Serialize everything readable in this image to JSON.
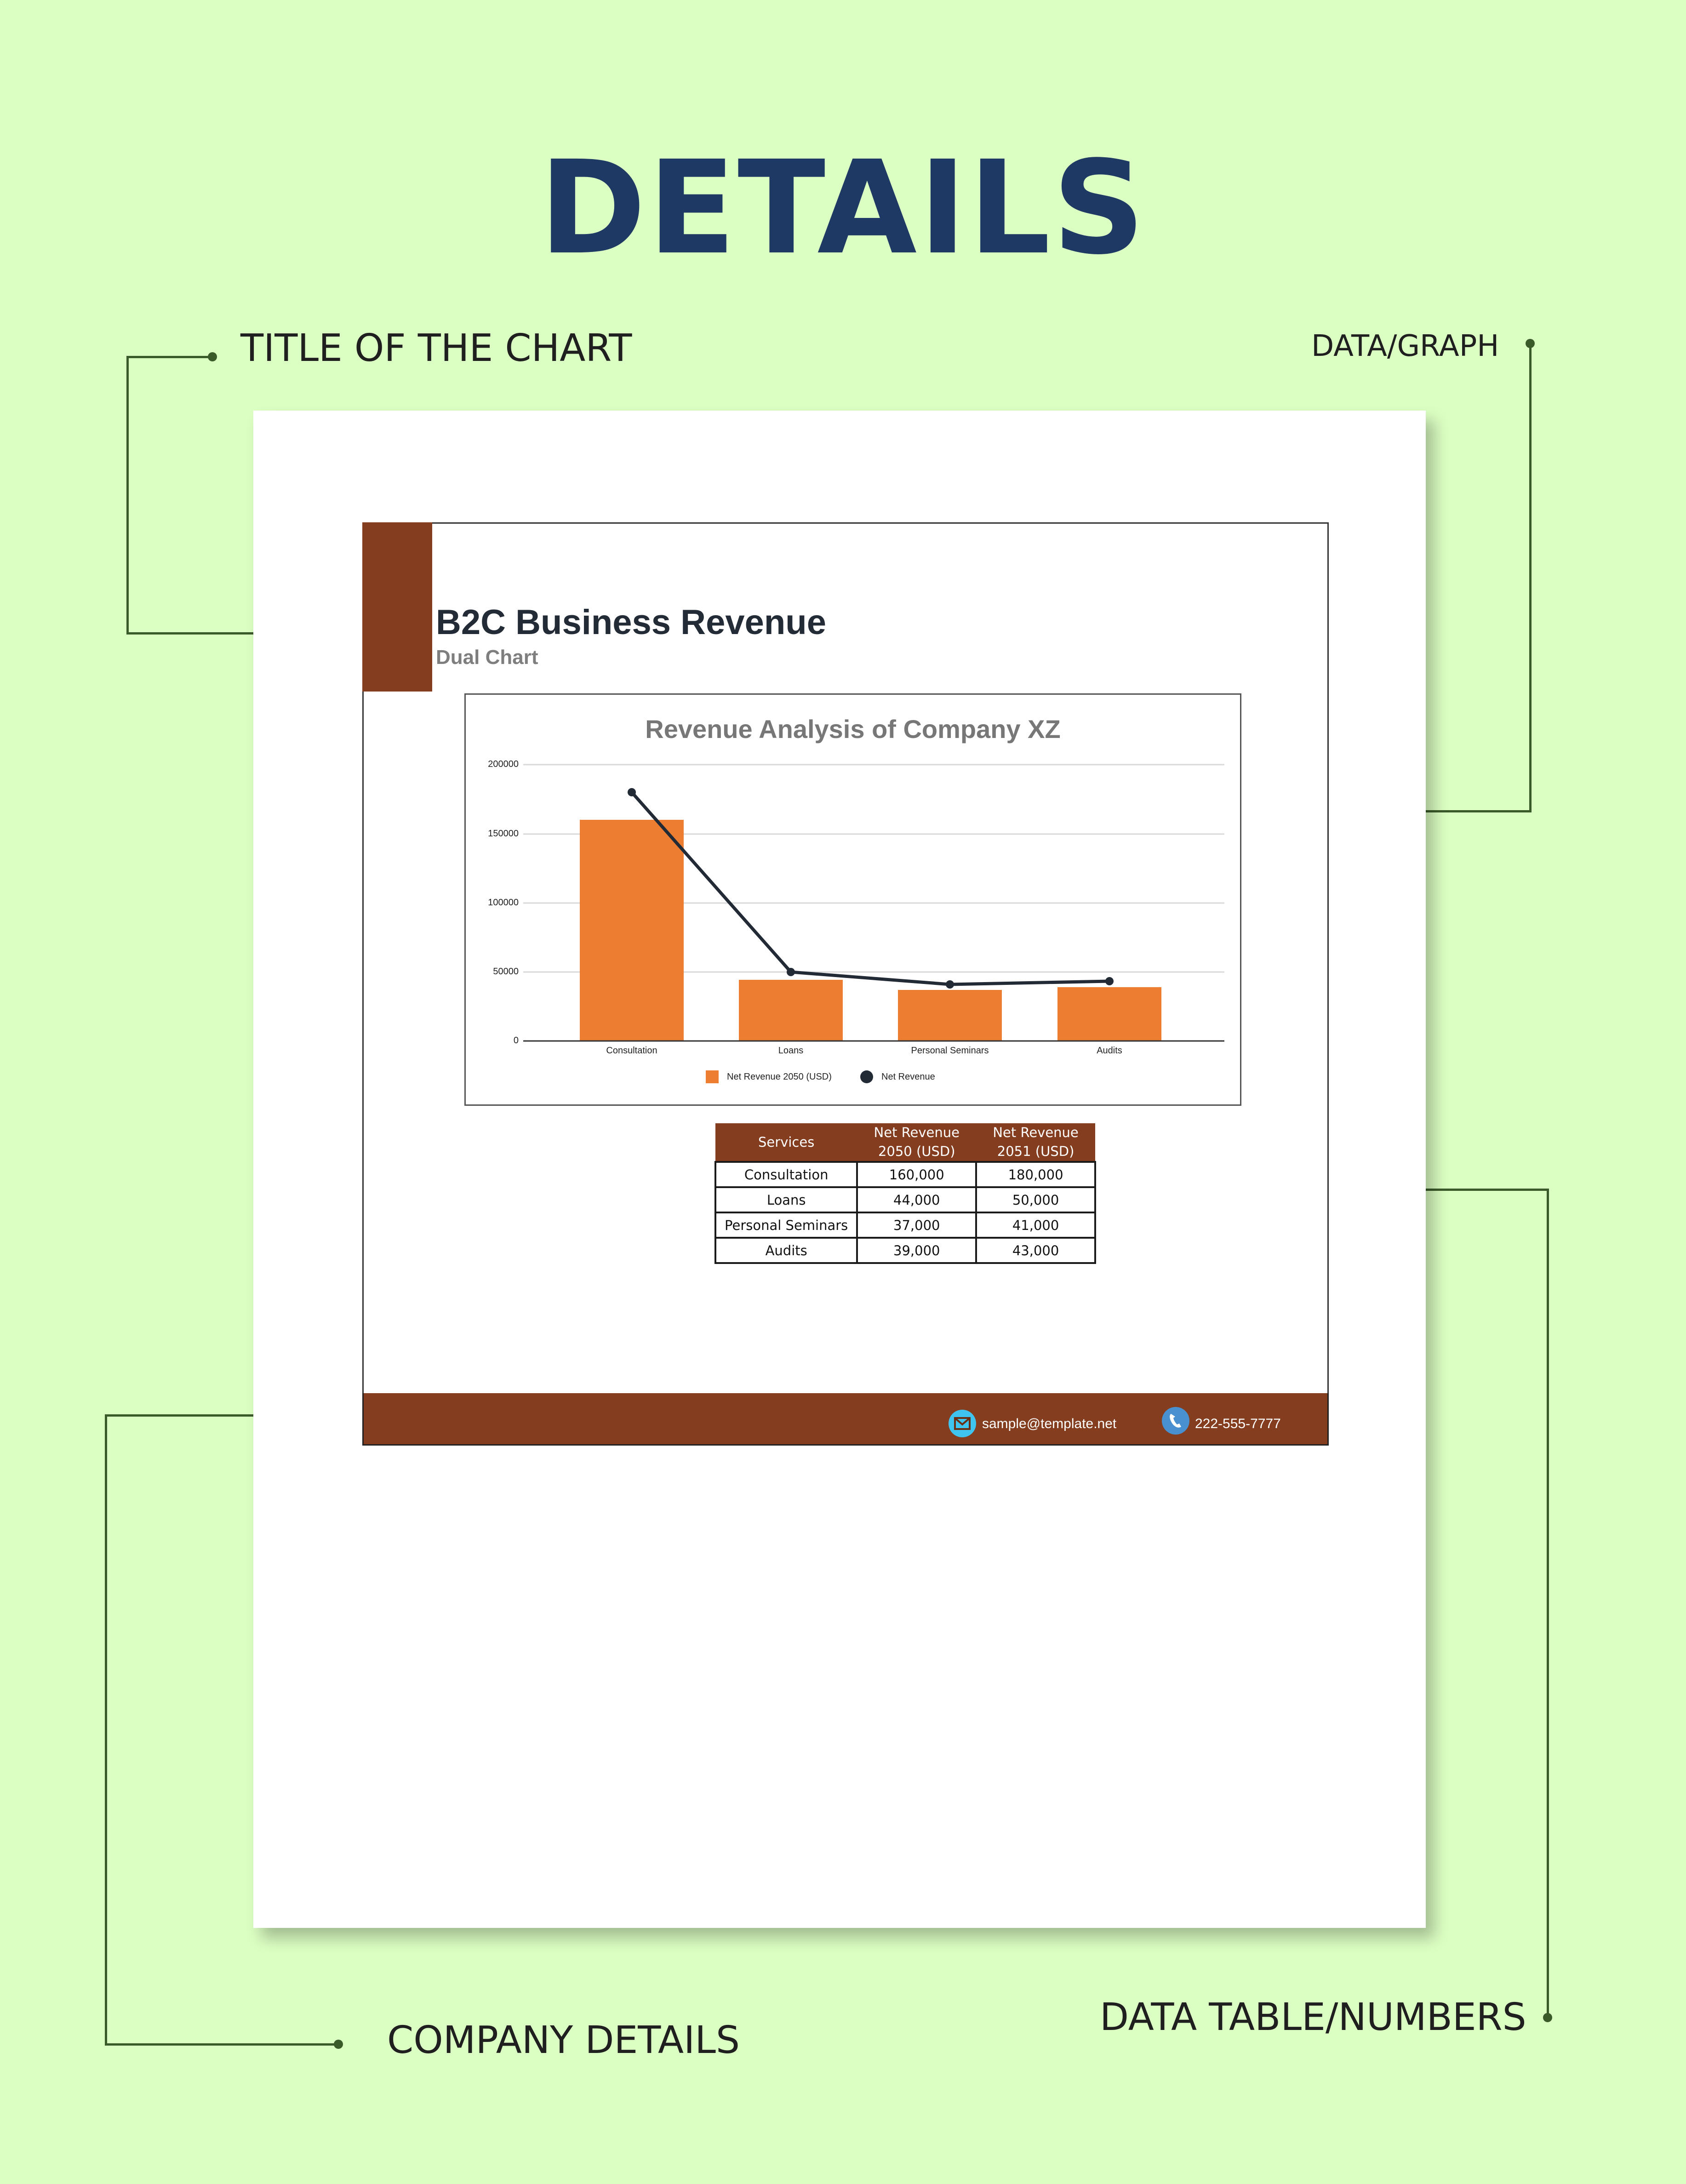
{
  "heading": "DETAILS",
  "annotations": {
    "title_of_chart": "TITLE OF THE CHART",
    "data_graph": "DATA/GRAPH",
    "company_details": "COMPANY DETAILS",
    "data_table": "DATA TABLE/NUMBERS"
  },
  "document": {
    "title": "B2C Business Revenue",
    "subtitle": "Dual Chart",
    "accent_color": "#843e1f"
  },
  "chart_data": {
    "type": "bar",
    "title": "Revenue Analysis of  Company XZ",
    "categories": [
      "Consultation",
      "Loans",
      "Personal Seminars",
      "Audits"
    ],
    "series": [
      {
        "name": "Net Revenue 2050 (USD)",
        "type": "bar",
        "color": "#ec7d31",
        "values": [
          160000,
          44000,
          37000,
          39000
        ]
      },
      {
        "name": "Net Revenue",
        "type": "line",
        "color": "#222a36",
        "values": [
          180000,
          50000,
          41000,
          43000
        ]
      }
    ],
    "yticks": [
      "200000",
      "150000",
      "100000",
      "50000",
      "0"
    ],
    "ylim": [
      0,
      200000
    ],
    "xlabel": "",
    "ylabel": "",
    "grid": true,
    "legend_position": "bottom"
  },
  "table": {
    "headers": [
      "Services",
      "Net Revenue 2050 (USD)",
      "Net Revenue 2051 (USD)"
    ],
    "rows": [
      [
        "Consultation",
        "160,000",
        "180,000"
      ],
      [
        "Loans",
        "44,000",
        "50,000"
      ],
      [
        "Personal Seminars",
        "37,000",
        "41,000"
      ],
      [
        "Audits",
        "39,000",
        "43,000"
      ]
    ]
  },
  "footer": {
    "email": "sample@template.net",
    "phone": "222-555-7777",
    "email_icon": "mail-icon",
    "phone_icon": "phone-icon"
  }
}
